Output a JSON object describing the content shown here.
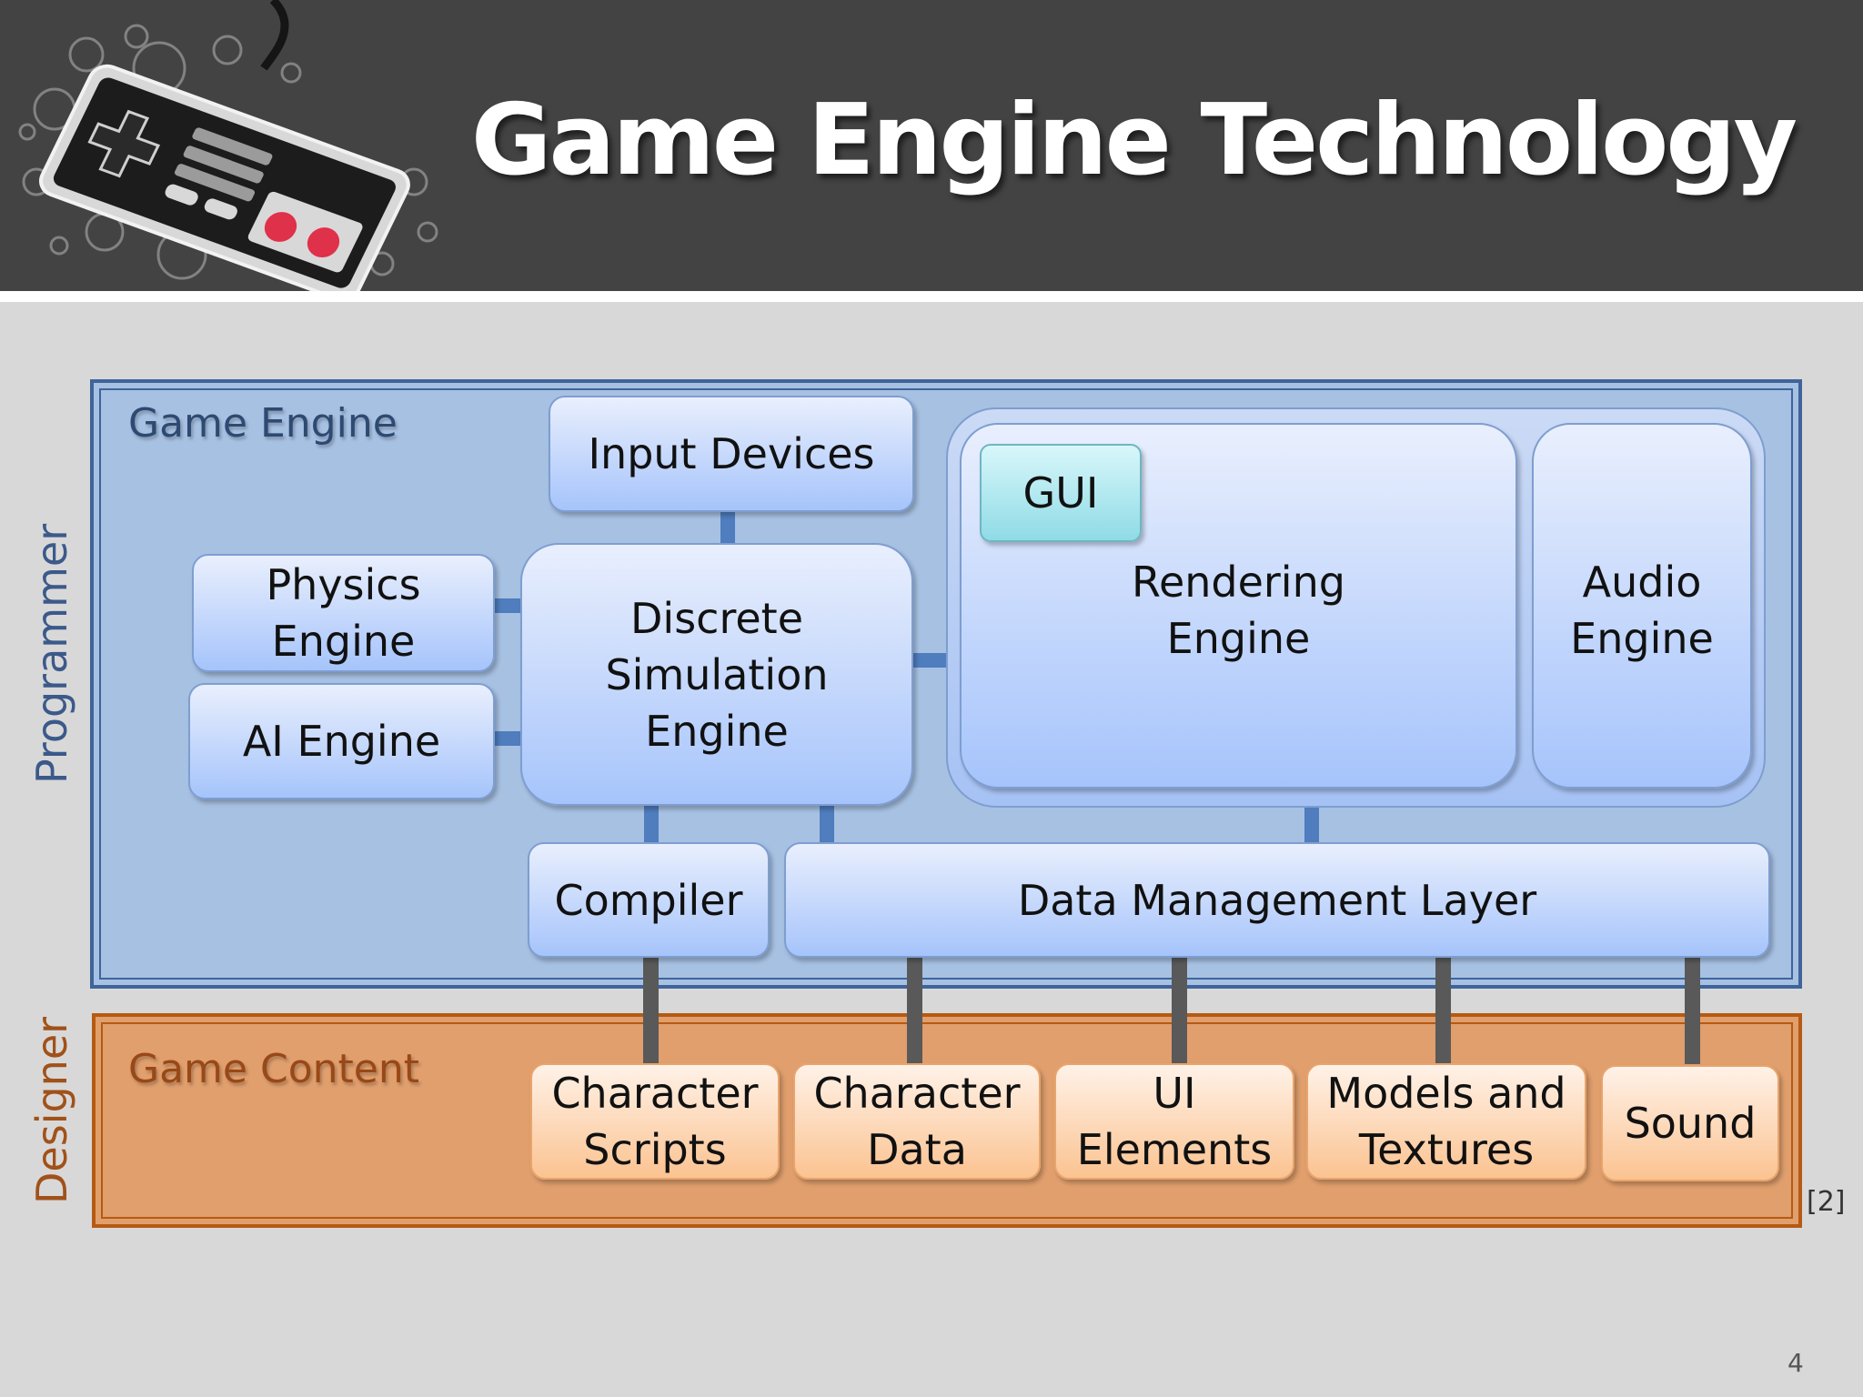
{
  "title": "Game Engine Technology",
  "side_labels": {
    "programmer": "Programmer",
    "designer": "Designer"
  },
  "engine_frame": {
    "label": "Game Engine",
    "boxes": {
      "input_devices": "Input Devices",
      "physics_engine": "Physics\nEngine",
      "ai_engine": "AI Engine",
      "discrete_simulation_engine": "Discrete\nSimulation\nEngine",
      "gui": "GUI",
      "rendering_engine": "Rendering\nEngine",
      "audio_engine": "Audio\nEngine",
      "compiler": "Compiler",
      "data_management_layer": "Data Management Layer"
    }
  },
  "content_frame": {
    "label": "Game Content",
    "boxes": {
      "character_scripts": "Character\nScripts",
      "character_data": "Character\nData",
      "ui_elements": "UI\nElements",
      "models_and_textures": "Models and\nTextures",
      "sound": "Sound"
    }
  },
  "citation": "[2]",
  "page_number": "4",
  "colors": {
    "header_bg": "#434343",
    "slide_bg": "#d9d8d9",
    "engine_frame_bg": "#a7c1e3",
    "engine_frame_border": "#3f649a",
    "content_frame_bg": "#e09f6d",
    "content_frame_border": "#b65a12",
    "blue_box_top": "#e9effd",
    "blue_box_bottom": "#a6c4fb",
    "gui_box": "#8fdbe6",
    "orange_box_top": "#fff2e8",
    "orange_box_bottom": "#fbc391",
    "blue_connector": "#4f7dbd",
    "gray_connector": "#595959"
  },
  "icons": {
    "header_art": "nes-controller-icon"
  }
}
